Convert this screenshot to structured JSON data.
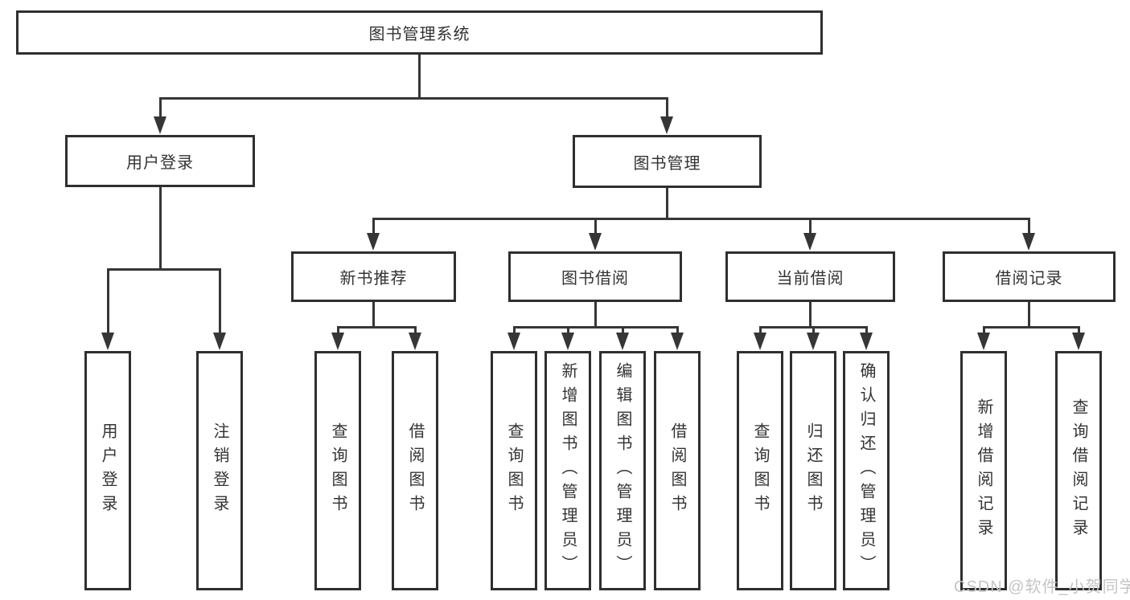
{
  "diagram": {
    "nodes": {
      "root": "图书管理系统",
      "user_login": "用户登录",
      "book_mgmt": "图书管理",
      "new_book_rec": "新书推荐",
      "book_borrow": "图书借阅",
      "current_borrow": "当前借阅",
      "borrow_record": "借阅记录",
      "leaf_user_login": "用户登录",
      "leaf_logout": "注销登录",
      "leaf_nbr_query": "查询图书",
      "leaf_nbr_borrow": "借阅图书",
      "leaf_bb_query": "查询图书",
      "leaf_bb_add": "新增图书（管理员）",
      "leaf_bb_edit": "编辑图书（管理员）",
      "leaf_bb_borrow": "借阅图书",
      "leaf_cb_query": "查询图书",
      "leaf_cb_return": "归还图书",
      "leaf_cb_confirm": "确认归还（管理员）",
      "leaf_br_add": "新增借阅记录",
      "leaf_br_query": "查询借阅记录"
    },
    "colors": {
      "line": "#363636",
      "border": "#2f2f2f",
      "text": "#333333",
      "watermark": "#c4c4c4"
    }
  },
  "watermark": "CSDN @软件_小贺同学"
}
